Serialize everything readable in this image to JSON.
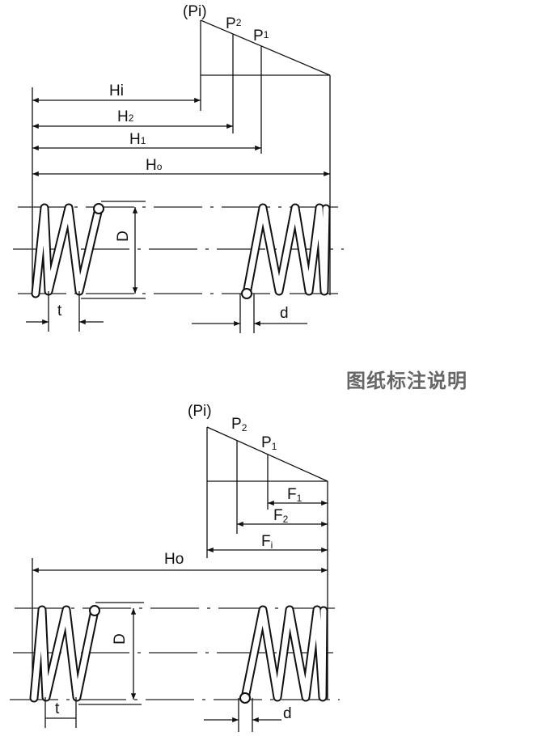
{
  "title": "图纸标注说明",
  "top_diagram": {
    "load_labels": {
      "pi": "(Pi)",
      "p2": "P",
      "p2_sub": "2",
      "p1": "P",
      "p1_sub": "1"
    },
    "heights": {
      "hi": "Hi",
      "h2": "H",
      "h2_sub": "2",
      "h1": "H",
      "h1_sub": "1",
      "h0": "H",
      "h0_sub": "o"
    },
    "diameter": "D",
    "pitch": "t",
    "wire": "d"
  },
  "bottom_diagram": {
    "load_labels": {
      "pi": "(Pi)",
      "p2": "P",
      "p2_sub": "2",
      "p1": "P",
      "p1_sub": "1"
    },
    "deflections": {
      "f1": "F",
      "f1_sub": "1",
      "f2": "F",
      "f2_sub": "2",
      "fi": "F",
      "fi_sub": "i"
    },
    "free_length": "Ho",
    "diameter": "D",
    "pitch": "t",
    "wire": "d"
  }
}
